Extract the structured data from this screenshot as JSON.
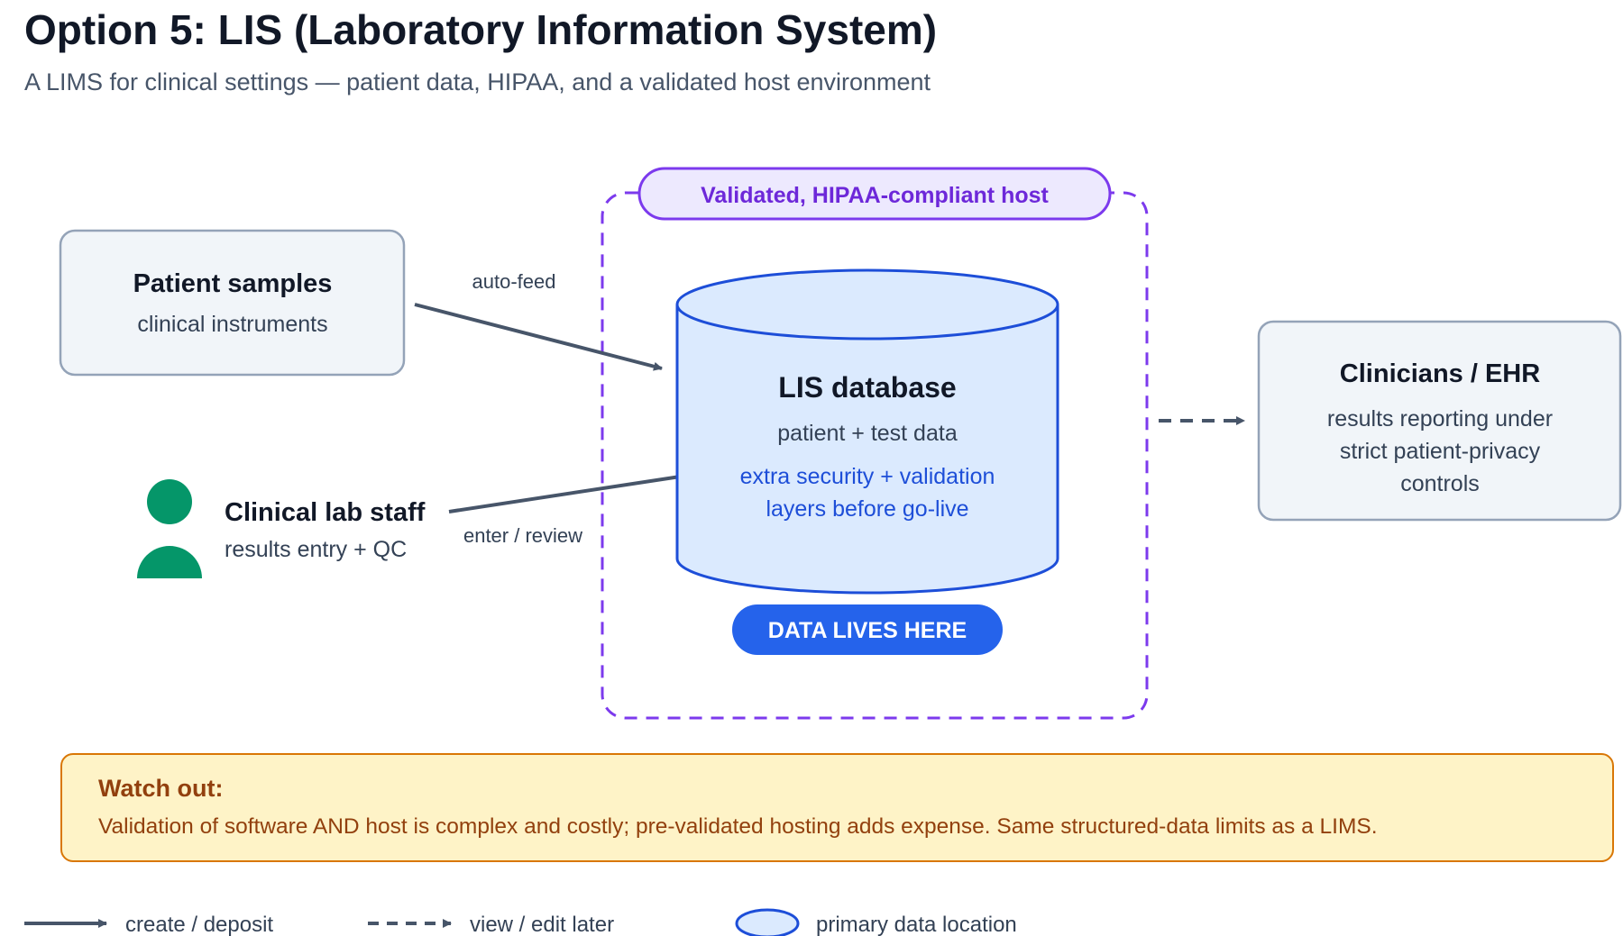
{
  "header": {
    "title": "Option 5: LIS (Laboratory Information System)",
    "subtitle": "A LIMS for clinical settings — patient data, HIPAA, and a validated host environment"
  },
  "host": {
    "label": "Validated, HIPAA-compliant host",
    "color": "#7c3aed",
    "label_fill": "#ede9fe"
  },
  "nodes": {
    "patient_samples": {
      "title": "Patient samples",
      "subtitle": "clinical instruments"
    },
    "lab_staff": {
      "title": "Clinical lab staff",
      "subtitle": "results entry + QC",
      "color": "#059669"
    },
    "database": {
      "title": "LIS database",
      "subtitle": "patient + test data",
      "note_line1": "extra security + validation",
      "note_line2": "layers before go-live",
      "badge": "DATA LIVES HERE",
      "fill": "#dbeafe",
      "stroke": "#1d4ed8",
      "note_color": "#1d4ed8"
    },
    "clinicians": {
      "title": "Clinicians / EHR",
      "line1": "results reporting under",
      "line2": "strict patient-privacy",
      "line3": "controls"
    }
  },
  "edges": {
    "auto_feed": "auto-feed",
    "enter_review": "enter / review"
  },
  "callout": {
    "title": "Watch out:",
    "body": "Validation of software AND host is complex and costly; pre-validated hosting adds expense. Same structured-data limits as a LIMS."
  },
  "legend": {
    "create": "create / deposit",
    "view": "view / edit later",
    "primary": "primary data location"
  },
  "colors": {
    "arrow": "#475569",
    "badge": "#2563eb",
    "box_fill": "#f1f5f9",
    "box_stroke": "#94a3b8"
  }
}
